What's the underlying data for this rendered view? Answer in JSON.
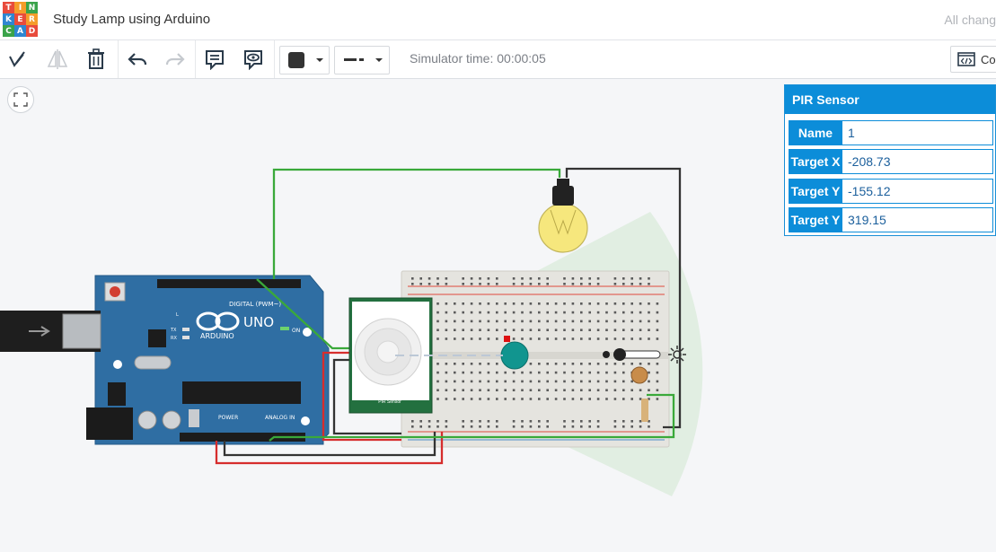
{
  "logo": {
    "letters": [
      "T",
      "I",
      "N",
      "K",
      "E",
      "R",
      "C",
      "A",
      "D"
    ],
    "colors": [
      "#e84b3c",
      "#f59c2a",
      "#3aa34a",
      "#2e86d1",
      "#e84b3c",
      "#f59c2a",
      "#3aa34a",
      "#2e86d1",
      "#e84b3c"
    ]
  },
  "header": {
    "title": "Study Lamp using Arduino",
    "save_status": "All chang"
  },
  "toolbar": {
    "simulator_time": "Simulator time: 00:00:05",
    "code_label": "Co",
    "fill_color": "#333333"
  },
  "inspector": {
    "title": "PIR Sensor",
    "rows": [
      {
        "label": "Name",
        "value": "1"
      },
      {
        "label": "Target X",
        "value": "-208.73"
      },
      {
        "label": "Target Y",
        "value": "-155.12"
      },
      {
        "label": "Target Y",
        "value": "319.15"
      }
    ]
  },
  "arduino": {
    "brand": "ARDUINO",
    "model": "UNO",
    "digital_label": "DIGITAL (PWM~)",
    "power_label": "POWER",
    "analog_label": "ANALOG IN",
    "on_label": "ON",
    "tx_label": "TX",
    "rx_label": "RX",
    "l_label": "L"
  },
  "pir": {
    "label": "PIR Sensor"
  }
}
